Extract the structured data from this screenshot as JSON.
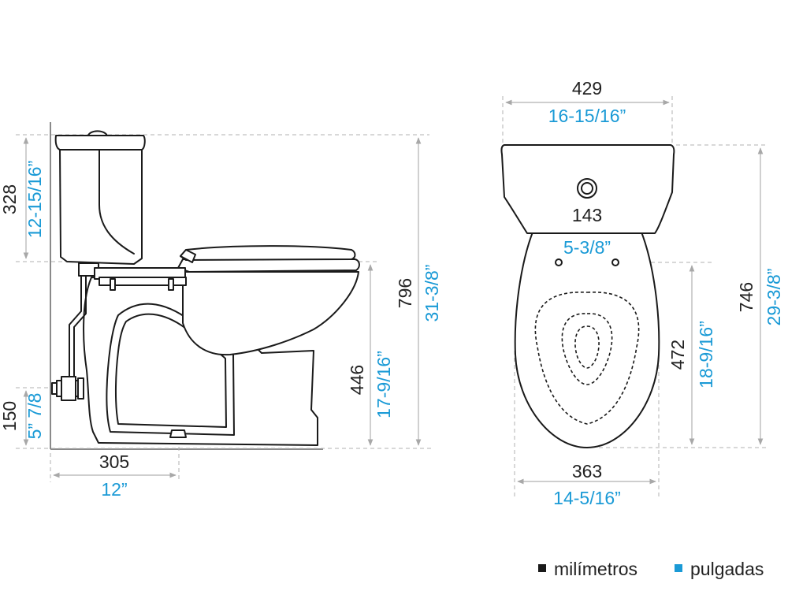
{
  "side_view": {
    "tank_height": {
      "mm": "328",
      "inch": "12-15/16”"
    },
    "total_height": {
      "mm": "796",
      "inch": "31-3/8”"
    },
    "seat_height": {
      "mm": "446",
      "inch": "17-9/16”"
    },
    "supply_height": {
      "mm": "150",
      "inch": "5” 7/8"
    },
    "rough_in": {
      "mm": "305",
      "inch": "12”"
    }
  },
  "top_view": {
    "tank_width": {
      "mm": "429",
      "inch": "16-15/16”"
    },
    "hinge_spacing": {
      "mm": "143",
      "inch": "5-3/8”"
    },
    "total_depth": {
      "mm": "746",
      "inch": "29-3/8”"
    },
    "bowl_depth": {
      "mm": "472",
      "inch": "18-9/16”"
    },
    "bowl_width": {
      "mm": "363",
      "inch": "14-5/16”"
    }
  },
  "legend": {
    "mm_label": "milímetros",
    "inch_label": "pulgadas",
    "mm_color": "#1a1a1a",
    "inch_color": "#1a9ad6"
  }
}
